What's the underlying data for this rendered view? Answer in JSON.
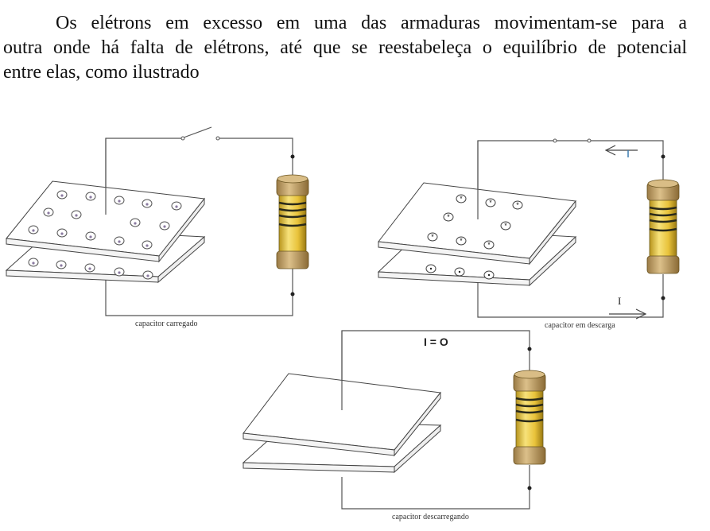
{
  "paragraph": {
    "line1": "Os elétrons em excesso em uma das armaduras movimentam-se para a",
    "line2": "outra onde há falta de elétrons, até que se reestabeleça o equilíbrio de potencial",
    "line3": "entre elas, como ilustrado"
  },
  "figures": [
    {
      "id": "charged",
      "caption": "capacitor carregado",
      "switch": "open",
      "top_plate_charges": 15,
      "bottom_plate_charges": 5
    },
    {
      "id": "discharging",
      "caption": "capacitor em descarga",
      "switch": "closed",
      "top_plate_charges": 9,
      "bottom_plate_charges": 3,
      "current_label_top": "I",
      "current_label_bottom": "I"
    },
    {
      "id": "discharged",
      "caption": "capacitor descarregando",
      "current_label": "I = O"
    }
  ],
  "colors": {
    "wire": "#444444",
    "resistor_body": "#e8c23a",
    "resistor_cap": "#c9a46a",
    "resistor_band": "#2a2a1a"
  }
}
